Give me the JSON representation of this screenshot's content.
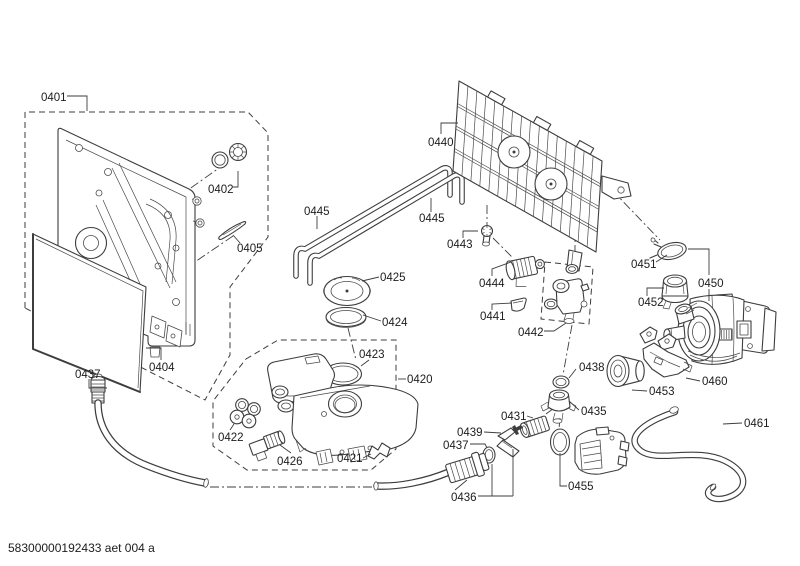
{
  "document": {
    "kind": "appliance-exploded-parts-diagram",
    "footer_code": "58300000192433 aet 004 a",
    "colors": {
      "background": "#ffffff",
      "line": "#3d3d3d",
      "label": "#1c1c1c"
    }
  },
  "callouts": {
    "0401": "0401",
    "0402": "0402",
    "0404": "0404",
    "0405": "0405",
    "0420": "0420",
    "0421": "0421",
    "0422": "0422",
    "0423": "0423",
    "0424": "0424",
    "0425": "0425",
    "0426": "0426",
    "0431": "0431",
    "0435": "0435",
    "0436": "0436",
    "0437": "0437",
    "0438": "0438",
    "0439": "0439",
    "0440": "0440",
    "0441": "0441",
    "0442": "0442",
    "0443": "0443",
    "0444": "0444",
    "0445": "0445",
    "0450": "0450",
    "0451": "0451",
    "0452": "0452",
    "0453": "0453",
    "0455": "0455",
    "0460": "0460",
    "0461": "0461"
  }
}
